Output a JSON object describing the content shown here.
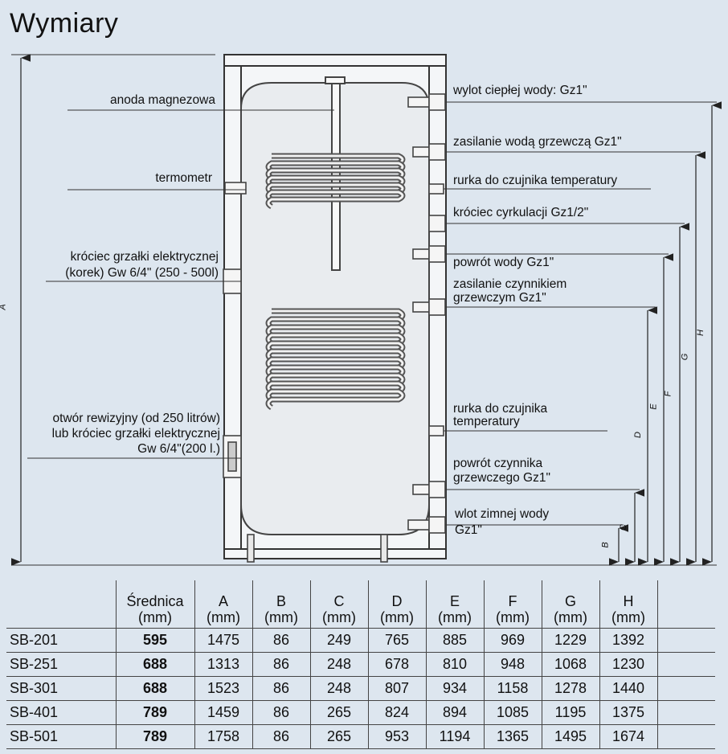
{
  "title": "Wymiary",
  "labels_left": {
    "anode": "anoda magnezowa",
    "thermometer": "termometr",
    "heater_socket_line1": "króciec grzałki elektrycznej",
    "heater_socket_line2": "(korek) Gw 6/4\" (250 - 500l)",
    "inspection_line1": "otwór rewizyjny (od 250 litrów)",
    "inspection_line2": "lub króciec grzałki elektrycznej",
    "inspection_line3": "Gw 6/4\"(200 l.)"
  },
  "labels_right": {
    "hot_water": "wylot ciepłej wody: Gz1\"",
    "supply_heating_water": "zasilanie wodą grzewczą Gz1\"",
    "sensor_tube_1": "rurka do czujnika temperatury",
    "circulation": "króciec cyrkulacji Gz1/2\"",
    "return_water": "powrót wody Gz1\"",
    "supply_medium_line1": "zasilanie czynnikiem",
    "supply_medium_line2": "grzewczym Gz1\"",
    "sensor_tube_2_line1": "rurka do czujnika",
    "sensor_tube_2_line2": "temperatury",
    "return_medium_line1": "powrót czynnika",
    "return_medium_line2": "grzewczego Gz1\"",
    "cold_inlet_line1": "wlot zimnej wody",
    "cold_inlet_line2": "Gz1\""
  },
  "dimension_letters": {
    "A": "A",
    "B": "B",
    "C": "C",
    "D": "D",
    "E": "E",
    "F": "F",
    "G": "G",
    "H": "H"
  },
  "table": {
    "headers": [
      {
        "line1": "",
        "line2": ""
      },
      {
        "line1": "Średnica",
        "line2": "(mm)"
      },
      {
        "line1": "A",
        "line2": "(mm)"
      },
      {
        "line1": "B",
        "line2": "(mm)"
      },
      {
        "line1": "C",
        "line2": "(mm)"
      },
      {
        "line1": "D",
        "line2": "(mm)"
      },
      {
        "line1": "E",
        "line2": "(mm)"
      },
      {
        "line1": "F",
        "line2": "(mm)"
      },
      {
        "line1": "G",
        "line2": "(mm)"
      },
      {
        "line1": "H",
        "line2": "(mm)"
      }
    ],
    "rows": [
      [
        "SB-201",
        "595",
        "1475",
        "86",
        "249",
        "765",
        "885",
        "969",
        "1229",
        "1392"
      ],
      [
        "SB-251",
        "688",
        "1313",
        "86",
        "248",
        "678",
        "810",
        "948",
        "1068",
        "1230"
      ],
      [
        "SB-301",
        "688",
        "1523",
        "86",
        "248",
        "807",
        "934",
        "1158",
        "1278",
        "1440"
      ],
      [
        "SB-401",
        "789",
        "1459",
        "86",
        "265",
        "824",
        "894",
        "1085",
        "1195",
        "1375"
      ],
      [
        "SB-501",
        "789",
        "1758",
        "86",
        "265",
        "953",
        "1194",
        "1365",
        "1495",
        "1674"
      ]
    ]
  }
}
